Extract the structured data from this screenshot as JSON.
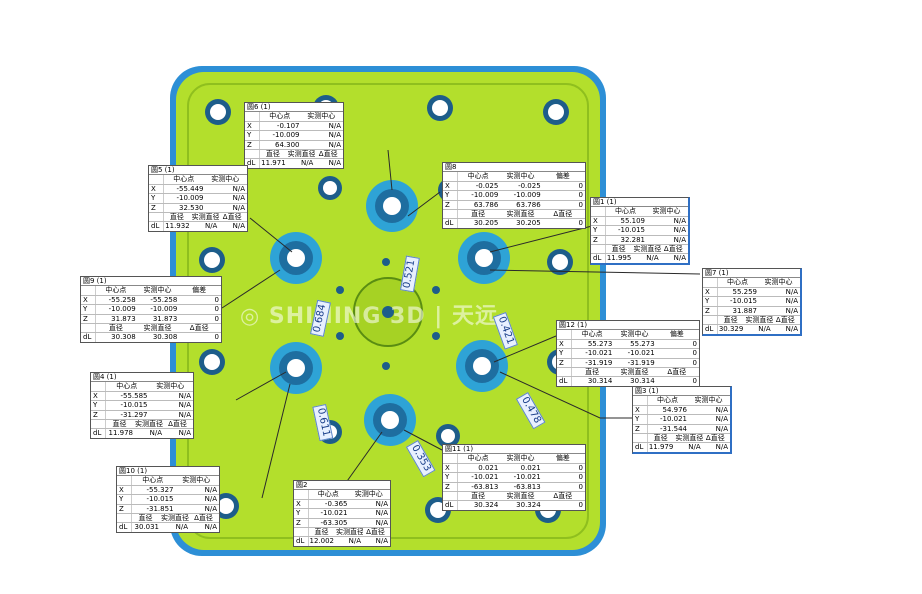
{
  "colors": {
    "part_green": "#b3df2c",
    "part_edge_blue": "#2d8fd6",
    "hole_cyan": "#2ea3d6",
    "leader_line": "#2a2a2a"
  },
  "watermark": {
    "left_text": "SHINING 3D",
    "right_text": "天远",
    "logo_icon": "shining3d-logo-icon"
  },
  "measure_tags": [
    {
      "text": "0.521"
    },
    {
      "text": "0.421"
    },
    {
      "text": "0.684"
    },
    {
      "text": "0.611"
    },
    {
      "text": "0.478"
    },
    {
      "text": "0.353"
    }
  ],
  "tables": [
    {
      "title": "圆6 (1)",
      "hdr": [
        "中心点",
        "实测中心"
      ],
      "x": [
        "-0.107",
        "N/A"
      ],
      "y": [
        "-10.009",
        "N/A"
      ],
      "z": [
        "64.300",
        "N/A"
      ],
      "dhdr": [
        "直径",
        "实测直径",
        "Δ直径"
      ],
      "dl": [
        "11.971",
        "N/A",
        "N/A"
      ]
    },
    {
      "title": "圆5 (1)",
      "hdr": [
        "中心点",
        "实测中心"
      ],
      "x": [
        "-55.449",
        "N/A"
      ],
      "y": [
        "-10.009",
        "N/A"
      ],
      "z": [
        "32.530",
        "N/A"
      ],
      "dhdr": [
        "直径",
        "实测直径",
        "Δ直径"
      ],
      "dl": [
        "11.932",
        "N/A",
        "N/A"
      ]
    },
    {
      "title": "圆8",
      "hdr": [
        "中心点",
        "实测中心",
        "偏差"
      ],
      "x": [
        "-0.025",
        "-0.025",
        "0"
      ],
      "y": [
        "-10.009",
        "-10.009",
        "0"
      ],
      "z": [
        "63.786",
        "63.786",
        "0"
      ],
      "dhdr": [
        "直径",
        "实测直径",
        "Δ直径"
      ],
      "dl": [
        "30.205",
        "30.205",
        "0"
      ]
    },
    {
      "title": "圆1 (1)",
      "hdr": [
        "中心点",
        "实测中心"
      ],
      "x": [
        "55.109",
        "N/A"
      ],
      "y": [
        "-10.015",
        "N/A"
      ],
      "z": [
        "32.281",
        "N/A"
      ],
      "dhdr": [
        "直径",
        "实测直径",
        "Δ直径"
      ],
      "dl": [
        "11.995",
        "N/A",
        "N/A"
      ]
    },
    {
      "title": "圆7 (1)",
      "hdr": [
        "中心点",
        "实测中心"
      ],
      "x": [
        "55.259",
        "N/A"
      ],
      "y": [
        "-10.015",
        "N/A"
      ],
      "z": [
        "31.887",
        "N/A"
      ],
      "dhdr": [
        "直径",
        "实测直径",
        "Δ直径"
      ],
      "dl": [
        "30.329",
        "N/A",
        "N/A"
      ]
    },
    {
      "title": "圆9 (1)",
      "hdr": [
        "中心点",
        "实测中心",
        "偏差"
      ],
      "x": [
        "-55.258",
        "-55.258",
        "0"
      ],
      "y": [
        "-10.009",
        "-10.009",
        "0"
      ],
      "z": [
        "31.873",
        "31.873",
        "0"
      ],
      "dhdr": [
        "直径",
        "实测直径",
        "Δ直径"
      ],
      "dl": [
        "30.308",
        "30.308",
        "0"
      ]
    },
    {
      "title": "圆12 (1)",
      "hdr": [
        "中心点",
        "实测中心",
        "偏差"
      ],
      "x": [
        "55.273",
        "55.273",
        "0"
      ],
      "y": [
        "-10.021",
        "-10.021",
        "0"
      ],
      "z": [
        "-31.919",
        "-31.919",
        "0"
      ],
      "dhdr": [
        "直径",
        "实测直径",
        "Δ直径"
      ],
      "dl": [
        "30.314",
        "30.314",
        "0"
      ]
    },
    {
      "title": "圆4 (1)",
      "hdr": [
        "中心点",
        "实测中心"
      ],
      "x": [
        "-55.585",
        "N/A"
      ],
      "y": [
        "-10.015",
        "N/A"
      ],
      "z": [
        "-31.297",
        "N/A"
      ],
      "dhdr": [
        "直径",
        "实测直径",
        "Δ直径"
      ],
      "dl": [
        "11.978",
        "N/A",
        "N/A"
      ]
    },
    {
      "title": "圆3 (1)",
      "hdr": [
        "中心点",
        "实测中心"
      ],
      "x": [
        "54.976",
        "N/A"
      ],
      "y": [
        "-10.021",
        "N/A"
      ],
      "z": [
        "-31.544",
        "N/A"
      ],
      "dhdr": [
        "直径",
        "实测直径",
        "Δ直径"
      ],
      "dl": [
        "11.979",
        "N/A",
        "N/A"
      ]
    },
    {
      "title": "圆11 (1)",
      "hdr": [
        "中心点",
        "实测中心",
        "偏差"
      ],
      "x": [
        "0.021",
        "0.021",
        "0"
      ],
      "y": [
        "-10.021",
        "-10.021",
        "0"
      ],
      "z": [
        "-63.813",
        "-63.813",
        "0"
      ],
      "dhdr": [
        "直径",
        "实测直径",
        "Δ直径"
      ],
      "dl": [
        "30.324",
        "30.324",
        "0"
      ]
    },
    {
      "title": "圆10 (1)",
      "hdr": [
        "中心点",
        "实测中心"
      ],
      "x": [
        "-55.327",
        "N/A"
      ],
      "y": [
        "-10.015",
        "N/A"
      ],
      "z": [
        "-31.851",
        "N/A"
      ],
      "dhdr": [
        "直径",
        "实测直径",
        "Δ直径"
      ],
      "dl": [
        "30.031",
        "N/A",
        "N/A"
      ]
    },
    {
      "title": "圆2",
      "hdr": [
        "中心点",
        "实测中心"
      ],
      "x": [
        "-0.365",
        "N/A"
      ],
      "y": [
        "-10.021",
        "N/A"
      ],
      "z": [
        "-63.305",
        "N/A"
      ],
      "dhdr": [
        "直径",
        "实测直径",
        "Δ直径"
      ],
      "dl": [
        "12.002",
        "N/A",
        "N/A"
      ]
    }
  ],
  "row_labels": {
    "x": "X",
    "y": "Y",
    "z": "Z",
    "dl": "dL"
  }
}
